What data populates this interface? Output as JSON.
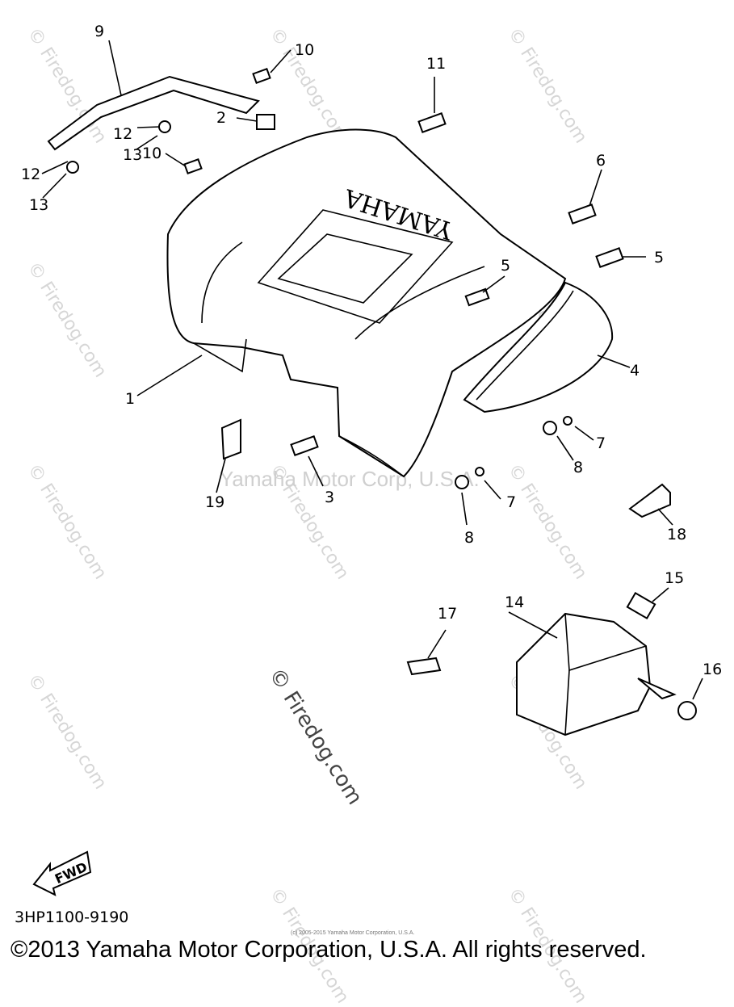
{
  "watermark": "© Firedog.com",
  "ghost_watermark": "Yamaha Motor Corp, U.S.A.",
  "drawing_code": "3HP1100-9190",
  "fwd_label": "FWD",
  "fender_text": "YAMAHA",
  "small_notice": "(c) 2005-2015 Yamaha Motor Corporation, U.S.A.",
  "copyright": "©2013 Yamaha Motor Corporation, U.S.A. All rights reserved.",
  "callouts": [
    "9",
    "10",
    "11",
    "2",
    "12",
    "13",
    "12",
    "13",
    "10",
    "6",
    "5",
    "5",
    "1",
    "4",
    "7",
    "8",
    "3",
    "7",
    "8",
    "19",
    "18",
    "15",
    "14",
    "17",
    "16"
  ]
}
